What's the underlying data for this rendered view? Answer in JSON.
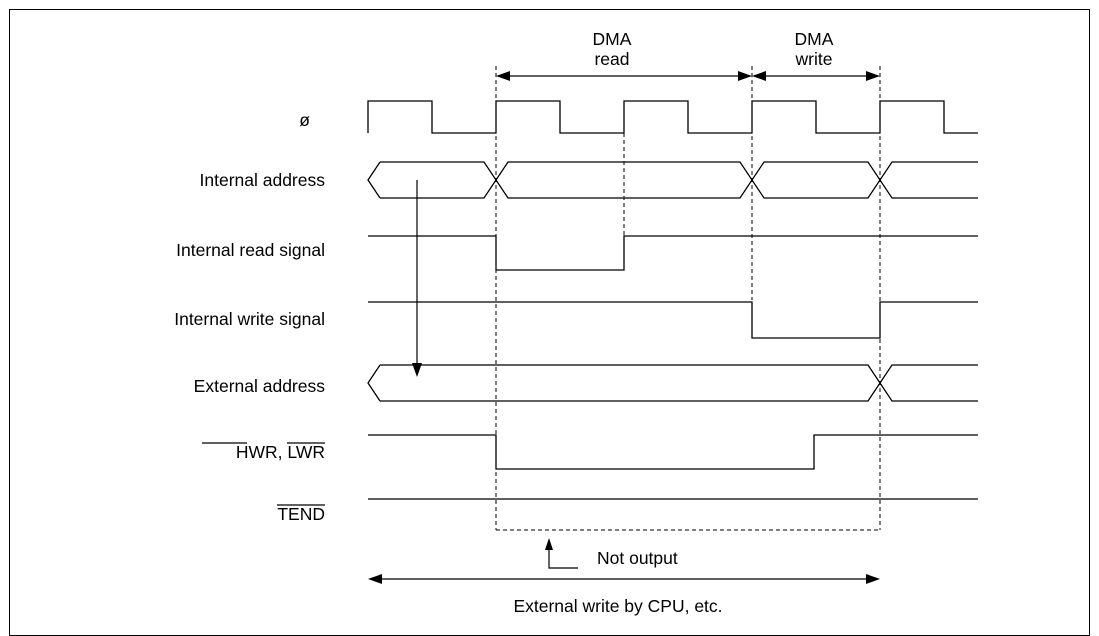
{
  "diagram": {
    "brackets": {
      "dma_read": [
        "DMA",
        "read"
      ],
      "dma_write": [
        "DMA",
        "write"
      ]
    },
    "signals": [
      {
        "id": "clock",
        "label": "ø",
        "overline": false
      },
      {
        "id": "internal_address",
        "label": "Internal address",
        "overline": false
      },
      {
        "id": "internal_read",
        "label": "Internal read signal",
        "overline": false
      },
      {
        "id": "internal_write",
        "label": "Internal write signal",
        "overline": false
      },
      {
        "id": "external_address",
        "label": "External address",
        "overline": false
      },
      {
        "id": "hwr_lwr",
        "label_parts": [
          "HWR",
          ", ",
          "LWR"
        ],
        "overline": true
      },
      {
        "id": "tend",
        "label": "TEND",
        "overline": true
      }
    ],
    "annotations": {
      "not_output": "Not output",
      "external_write": "External write by CPU, etc."
    }
  }
}
